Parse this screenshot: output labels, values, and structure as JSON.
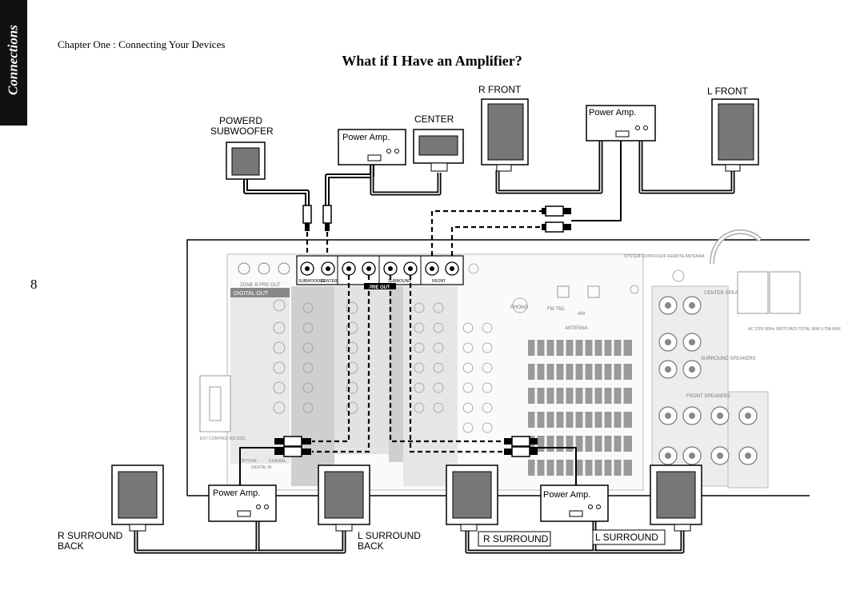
{
  "side_tab": "Connections",
  "chapter_header": "Chapter One : Connecting Your Devices",
  "title": "What if I Have an Amplifier?",
  "page_number": "8",
  "labels": {
    "subwoofer_line1": "POWERD",
    "subwoofer_line2": "SUBWOOFER",
    "center": "CENTER",
    "r_front": "R FRONT",
    "l_front": "L FRONT",
    "r_surround_back_line1": "R SURROUND",
    "r_surround_back_line2": "BACK",
    "l_surround_back_line1": "L SURROUND",
    "l_surround_back_line2": "BACK",
    "r_surround": "R SURROUND",
    "l_surround": "L SURROUND"
  },
  "amp_label": "Power Amp.",
  "panel_labels": {
    "subwoofer_jack": "SUBWOOFER",
    "center_jack": "CENTER",
    "surround_jack": "SURROUND",
    "front_jack": "FRONT",
    "pre_out": "PRE OUT",
    "zone_b_pre_out": "ZONE B PRE OUT",
    "digital_out": "DIGITAL OUT",
    "phono": "PHONO",
    "fm": "FM 75Ω",
    "am": "AM",
    "antenna": "ANTENNA",
    "system_control": "SYSTEM CONTROL",
    "rf_remote": "RF REMOTE ANTENNA",
    "ac_outlet": "AC 120V 60Hz SWITCHED TOTAL 90W 0.75A MAX",
    "front_speakers": "FRONT SPEAKERS",
    "surround_speakers": "SURROUND SPEAKERS",
    "center_speaker": "CENTER SPEAKER",
    "ext_control": "EXT CONTROL RS-232C",
    "optical": "OPTICAL",
    "coaxial": "COAXIAL",
    "digital_in": "DIGITAL IN"
  }
}
